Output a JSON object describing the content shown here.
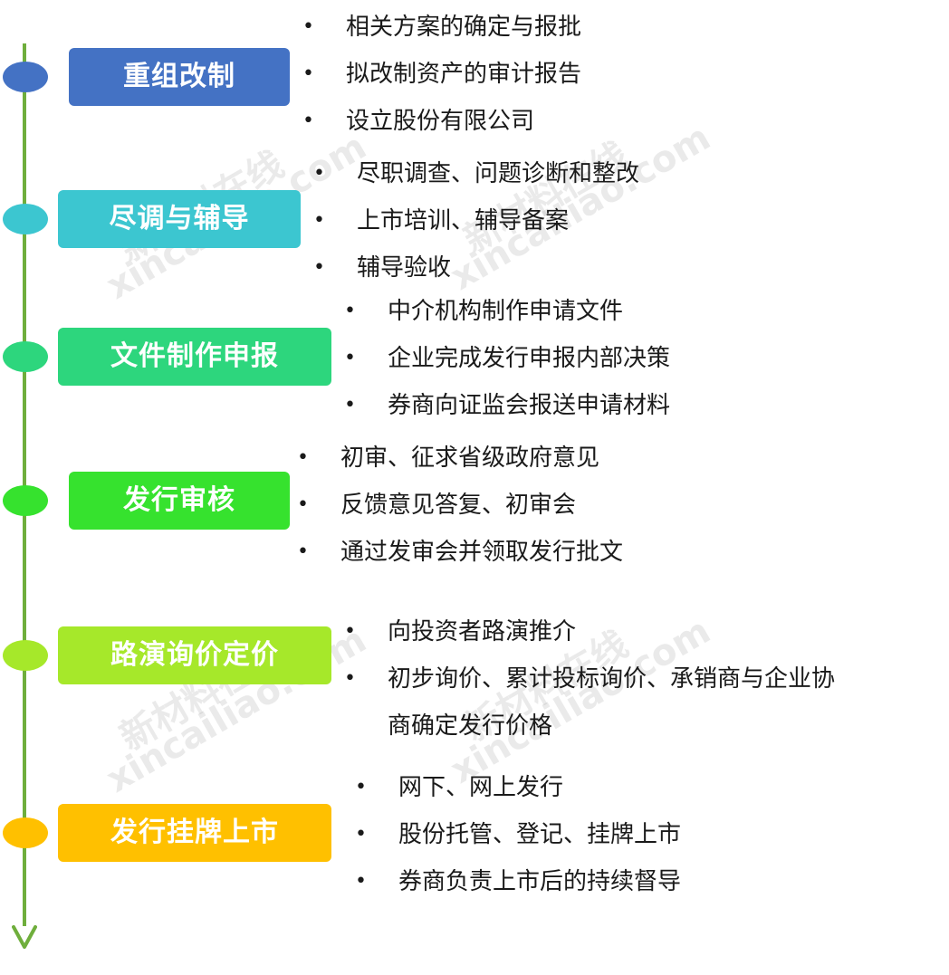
{
  "colors": {
    "line": "#6fae3c",
    "stage_1": "#4472c4",
    "stage_2": "#3cc6d0",
    "stage_3": "#2dd67d",
    "stage_4": "#36e22e",
    "stage_5": "#a6e82a",
    "stage_6": "#ffc000"
  },
  "stages": [
    {
      "label": "重组改制",
      "bullets": [
        "相关方案的确定与报批",
        "拟改制资产的审计报告",
        "设立股份有限公司"
      ]
    },
    {
      "label": "尽调与辅导",
      "bullets": [
        "尽职调查、问题诊断和整改",
        "上市培训、辅导备案",
        "辅导验收"
      ]
    },
    {
      "label": "文件制作申报",
      "bullets": [
        "中介机构制作申请文件",
        "企业完成发行申报内部决策",
        "券商向证监会报送申请材料"
      ]
    },
    {
      "label": "发行审核",
      "bullets": [
        "初审、征求省级政府意见",
        "反馈意见答复、初审会",
        "通过发审会并领取发行批文"
      ]
    },
    {
      "label": "路演询价定价",
      "bullets": [
        "向投资者路演推介",
        "初步询价、累计投标询价、承销商与企业协",
        "商确定发行价格"
      ]
    },
    {
      "label": "发行挂牌上市",
      "bullets": [
        "网下、网上发行",
        "股份托管、登记、挂牌上市",
        "券商负责上市后的持续督导"
      ]
    }
  ],
  "bullet_symbol": "•",
  "watermark": {
    "line1": "新材料在线",
    "line2": "xincailiao.com"
  }
}
